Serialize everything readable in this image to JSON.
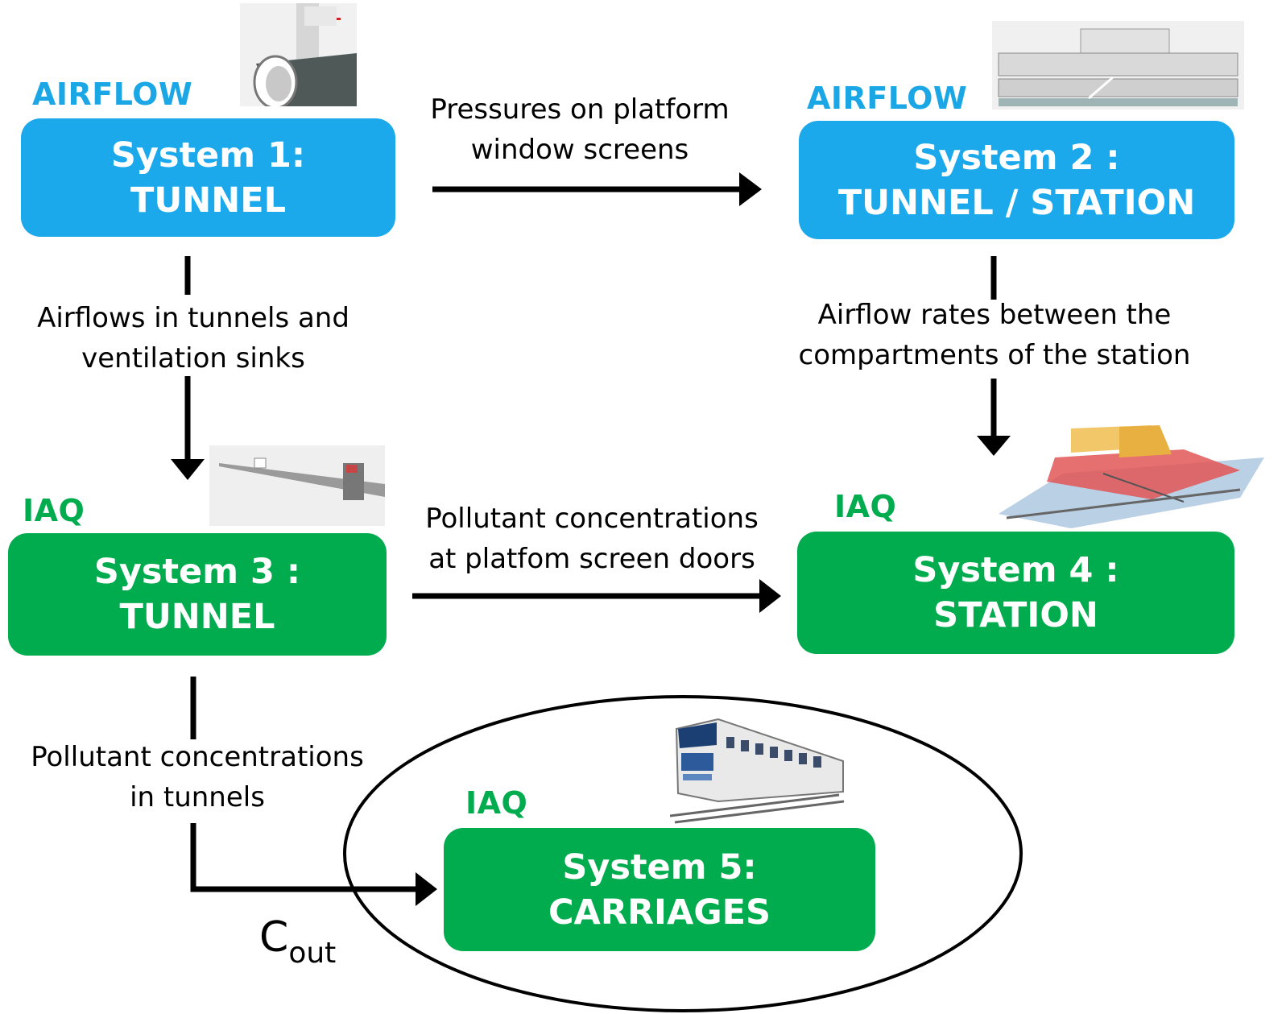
{
  "systems": [
    {
      "tag": "AIRFLOW",
      "line1": "System 1:",
      "line2": "TUNNEL"
    },
    {
      "tag": "AIRFLOW",
      "line1": "System 2 :",
      "line2": "TUNNEL / STATION"
    },
    {
      "tag": "IAQ",
      "line1": "System 3 :",
      "line2": "TUNNEL"
    },
    {
      "tag": "IAQ",
      "line1": "System 4 :",
      "line2": "STATION"
    },
    {
      "tag": "IAQ",
      "line1": "System 5:",
      "line2": "CARRIAGES"
    }
  ],
  "flows": {
    "s1_to_s2": [
      "Pressures on platform",
      "window screens"
    ],
    "s1_to_s3": [
      "Airflows in tunnels and",
      "ventilation sinks"
    ],
    "s2_to_s4": [
      "Airflow rates between the",
      "compartments of the station"
    ],
    "s3_to_s4": [
      "Pollutant concentrations",
      "at platfom screen doors"
    ],
    "s3_to_s5": [
      "Pollutant concentrations",
      "in tunnels"
    ]
  },
  "cout": {
    "base": "C",
    "sub": "out"
  },
  "colors": {
    "airflow": "#1ba9ec",
    "iaq": "#00ac4e",
    "arrow": "#000000"
  },
  "icons": [
    "tunnel-model-image",
    "station-model-image",
    "tunnel-iaq-model-image",
    "station-iaq-model-image",
    "metro-train-image"
  ]
}
